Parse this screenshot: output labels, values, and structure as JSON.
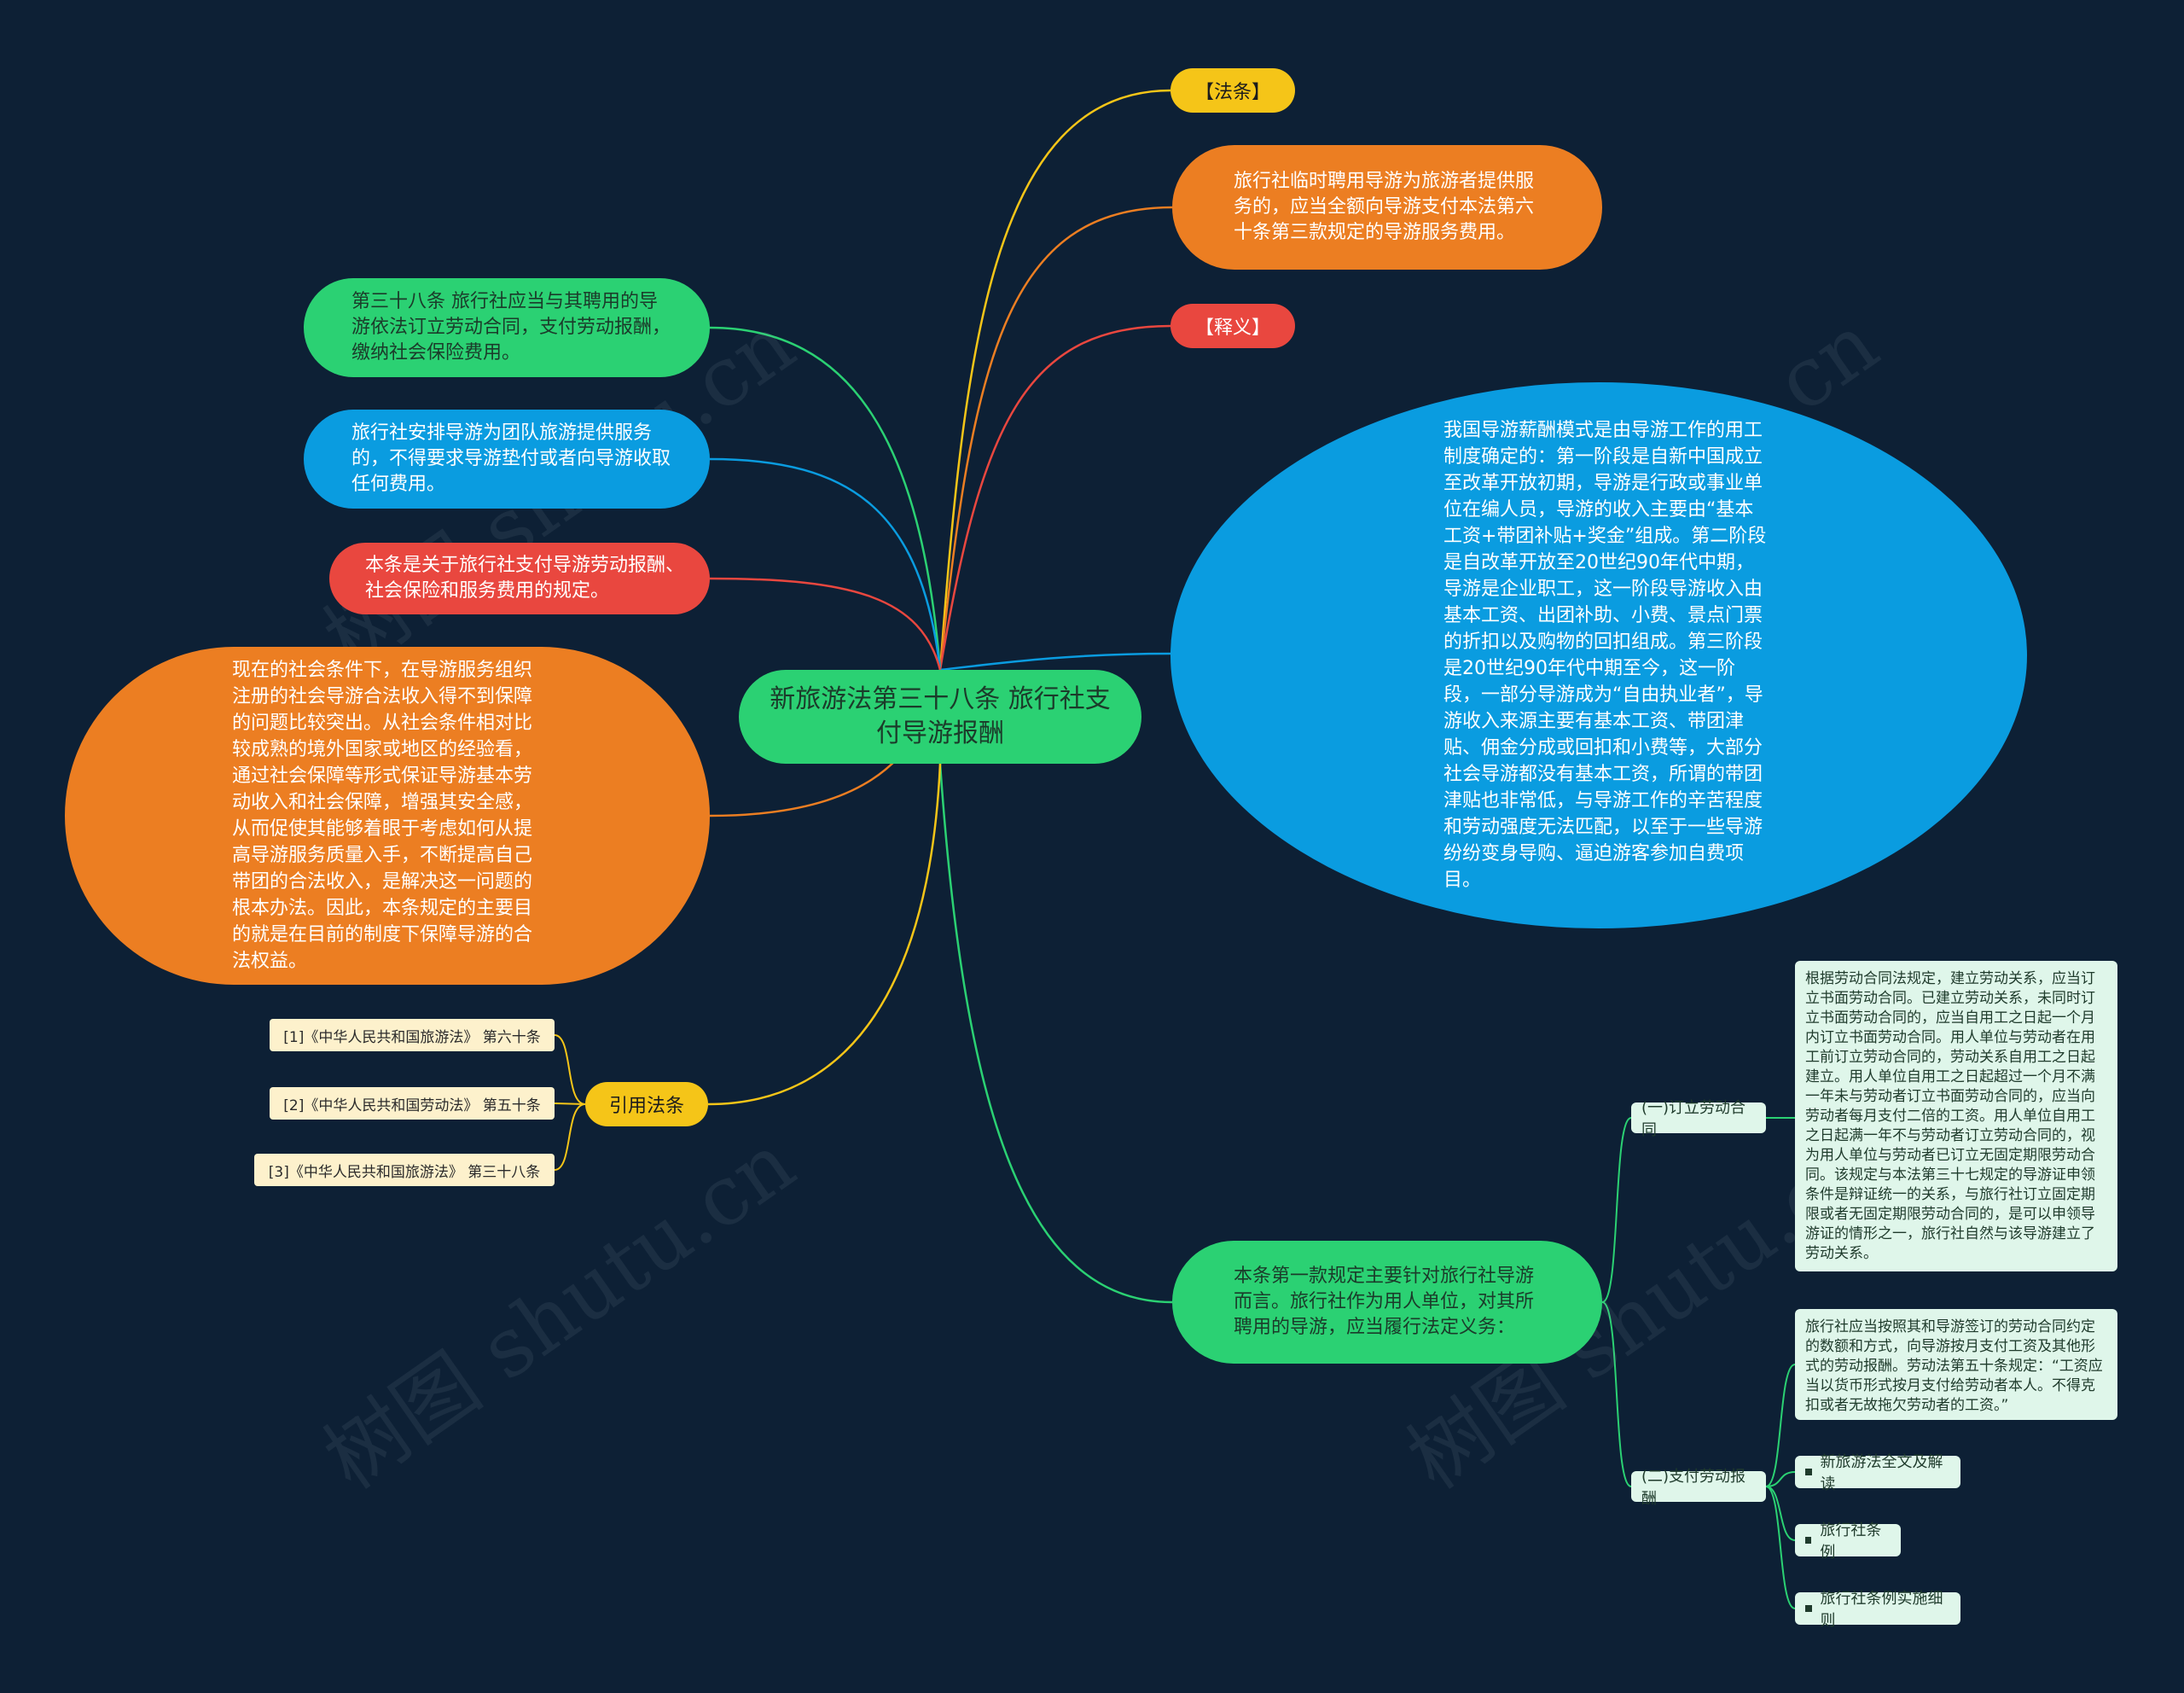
{
  "diagram": {
    "type": "mind-map",
    "central_topic": "新旅游法第三十八条 旅行社支付导游报酬",
    "colors": {
      "background": "#0d2035",
      "green": "#2bd173",
      "blue": "#0a9ce0",
      "orange": "#ec7e22",
      "red": "#e9473f",
      "yellow": "#f5c518",
      "pale_green": "#dff6ea",
      "pale_yellow": "#fdf1cc"
    },
    "right": {
      "fatiao_label": "【法条】",
      "fatiao_text": "旅行社临时聘用导游为旅游者提供服务的，应当全额向导游支付本法第六十条第三款规定的导游服务费用。",
      "shiyi_label": "【释义】",
      "shiyi_text": "我国导游薪酬模式是由导游工作的用工制度确定的：第一阶段是自新中国成立至改革开放初期，导游是行政或事业单位在编人员，导游的收入主要由“基本工资+带团补贴+奖金”组成。第二阶段是自改革开放至20世纪90年代中期，导游是企业职工，这一阶段导游收入由基本工资、出团补助、小费、景点门票的折扣以及购物的回扣组成。第三阶段是20世纪90年代中期至今，这一阶段，一部分导游成为“自由执业者”，导游收入来源主要有基本工资、带团津贴、佣金分成或回扣和小费等，大部分社会导游都没有基本工资，所谓的带团津贴也非常低，与导游工作的辛苦程度和劳动强度无法匹配，以至于一些导游纷纷变身导购、逼迫游客参加自费项目。",
      "duty_text": "本条第一款规定主要针对旅行社导游而言。旅行社作为用人单位，对其所聘用的导游，应当履行法定义务：",
      "sub1_label": "(一)订立劳动合同",
      "sub1_detail": "根据劳动合同法规定，建立劳动关系，应当订立书面劳动合同。已建立劳动关系，未同时订立书面劳动合同的，应当自用工之日起一个月内订立书面劳动合同。用人单位与劳动者在用工前订立劳动合同的，劳动关系自用工之日起建立。用人单位自用工之日起超过一个月不满一年未与劳动者订立书面劳动合同的，应当向劳动者每月支付二倍的工资。用人单位自用工之日起满一年不与劳动者订立劳动合同的，视为用人单位与劳动者已订立无固定期限劳动合同。该规定与本法第三十七规定的导游证申领条件是辩证统一的关系，与旅行社订立固定期限或者无固定期限劳动合同的，是可以申领导游证的情形之一，旅行社自然与该导游建立了劳动关系。",
      "sub2_label": "(二)支付劳动报酬",
      "sub2_detail": "旅行社应当按照其和导游签订的劳动合同约定的数额和方式，向导游按月支付工资及其他形式的劳动报酬。劳动法第五十条规定：“工资应当以货币形式按月支付给劳动者本人。不得克扣或者无故拖欠劳动者的工资。”",
      "leaves": [
        "新旅游法全文及解读",
        "旅行社条例",
        "旅行社条例实施细则"
      ]
    },
    "left": {
      "article_text": "第三十八条 旅行社应当与其聘用的导游依法订立劳动合同，支付劳动报酬，缴纳社会保险费用。",
      "no_advance_text": "旅行社安排导游为团队旅游提供服务的，不得要求导游垫付或者向导游收取任何费用。",
      "summary_text": "本条是关于旅行社支付导游劳动报酬、社会保险和服务费用的规定。",
      "purpose_text": "现在的社会条件下，在导游服务组织注册的社会导游合法收入得不到保障的问题比较突出。从社会条件相对比较成熟的境外国家或地区的经验看，通过社会保障等形式保证导游基本劳动收入和社会保障，增强其安全感，从而促使其能够着眼于考虑如何从提高导游服务质量入手，不断提高自己带团的合法收入，是解决这一问题的根本办法。因此，本条规定的主要目的就是在目前的制度下保障导游的合法权益。",
      "cite_label": "引用法条",
      "refs": [
        "[1]《中华人民共和国旅游法》 第六十条",
        "[2]《中华人民共和国劳动法》 第五十条",
        "[3]《中华人民共和国旅游法》 第三十八条"
      ]
    },
    "watermark": "树图 shutu.cn"
  }
}
